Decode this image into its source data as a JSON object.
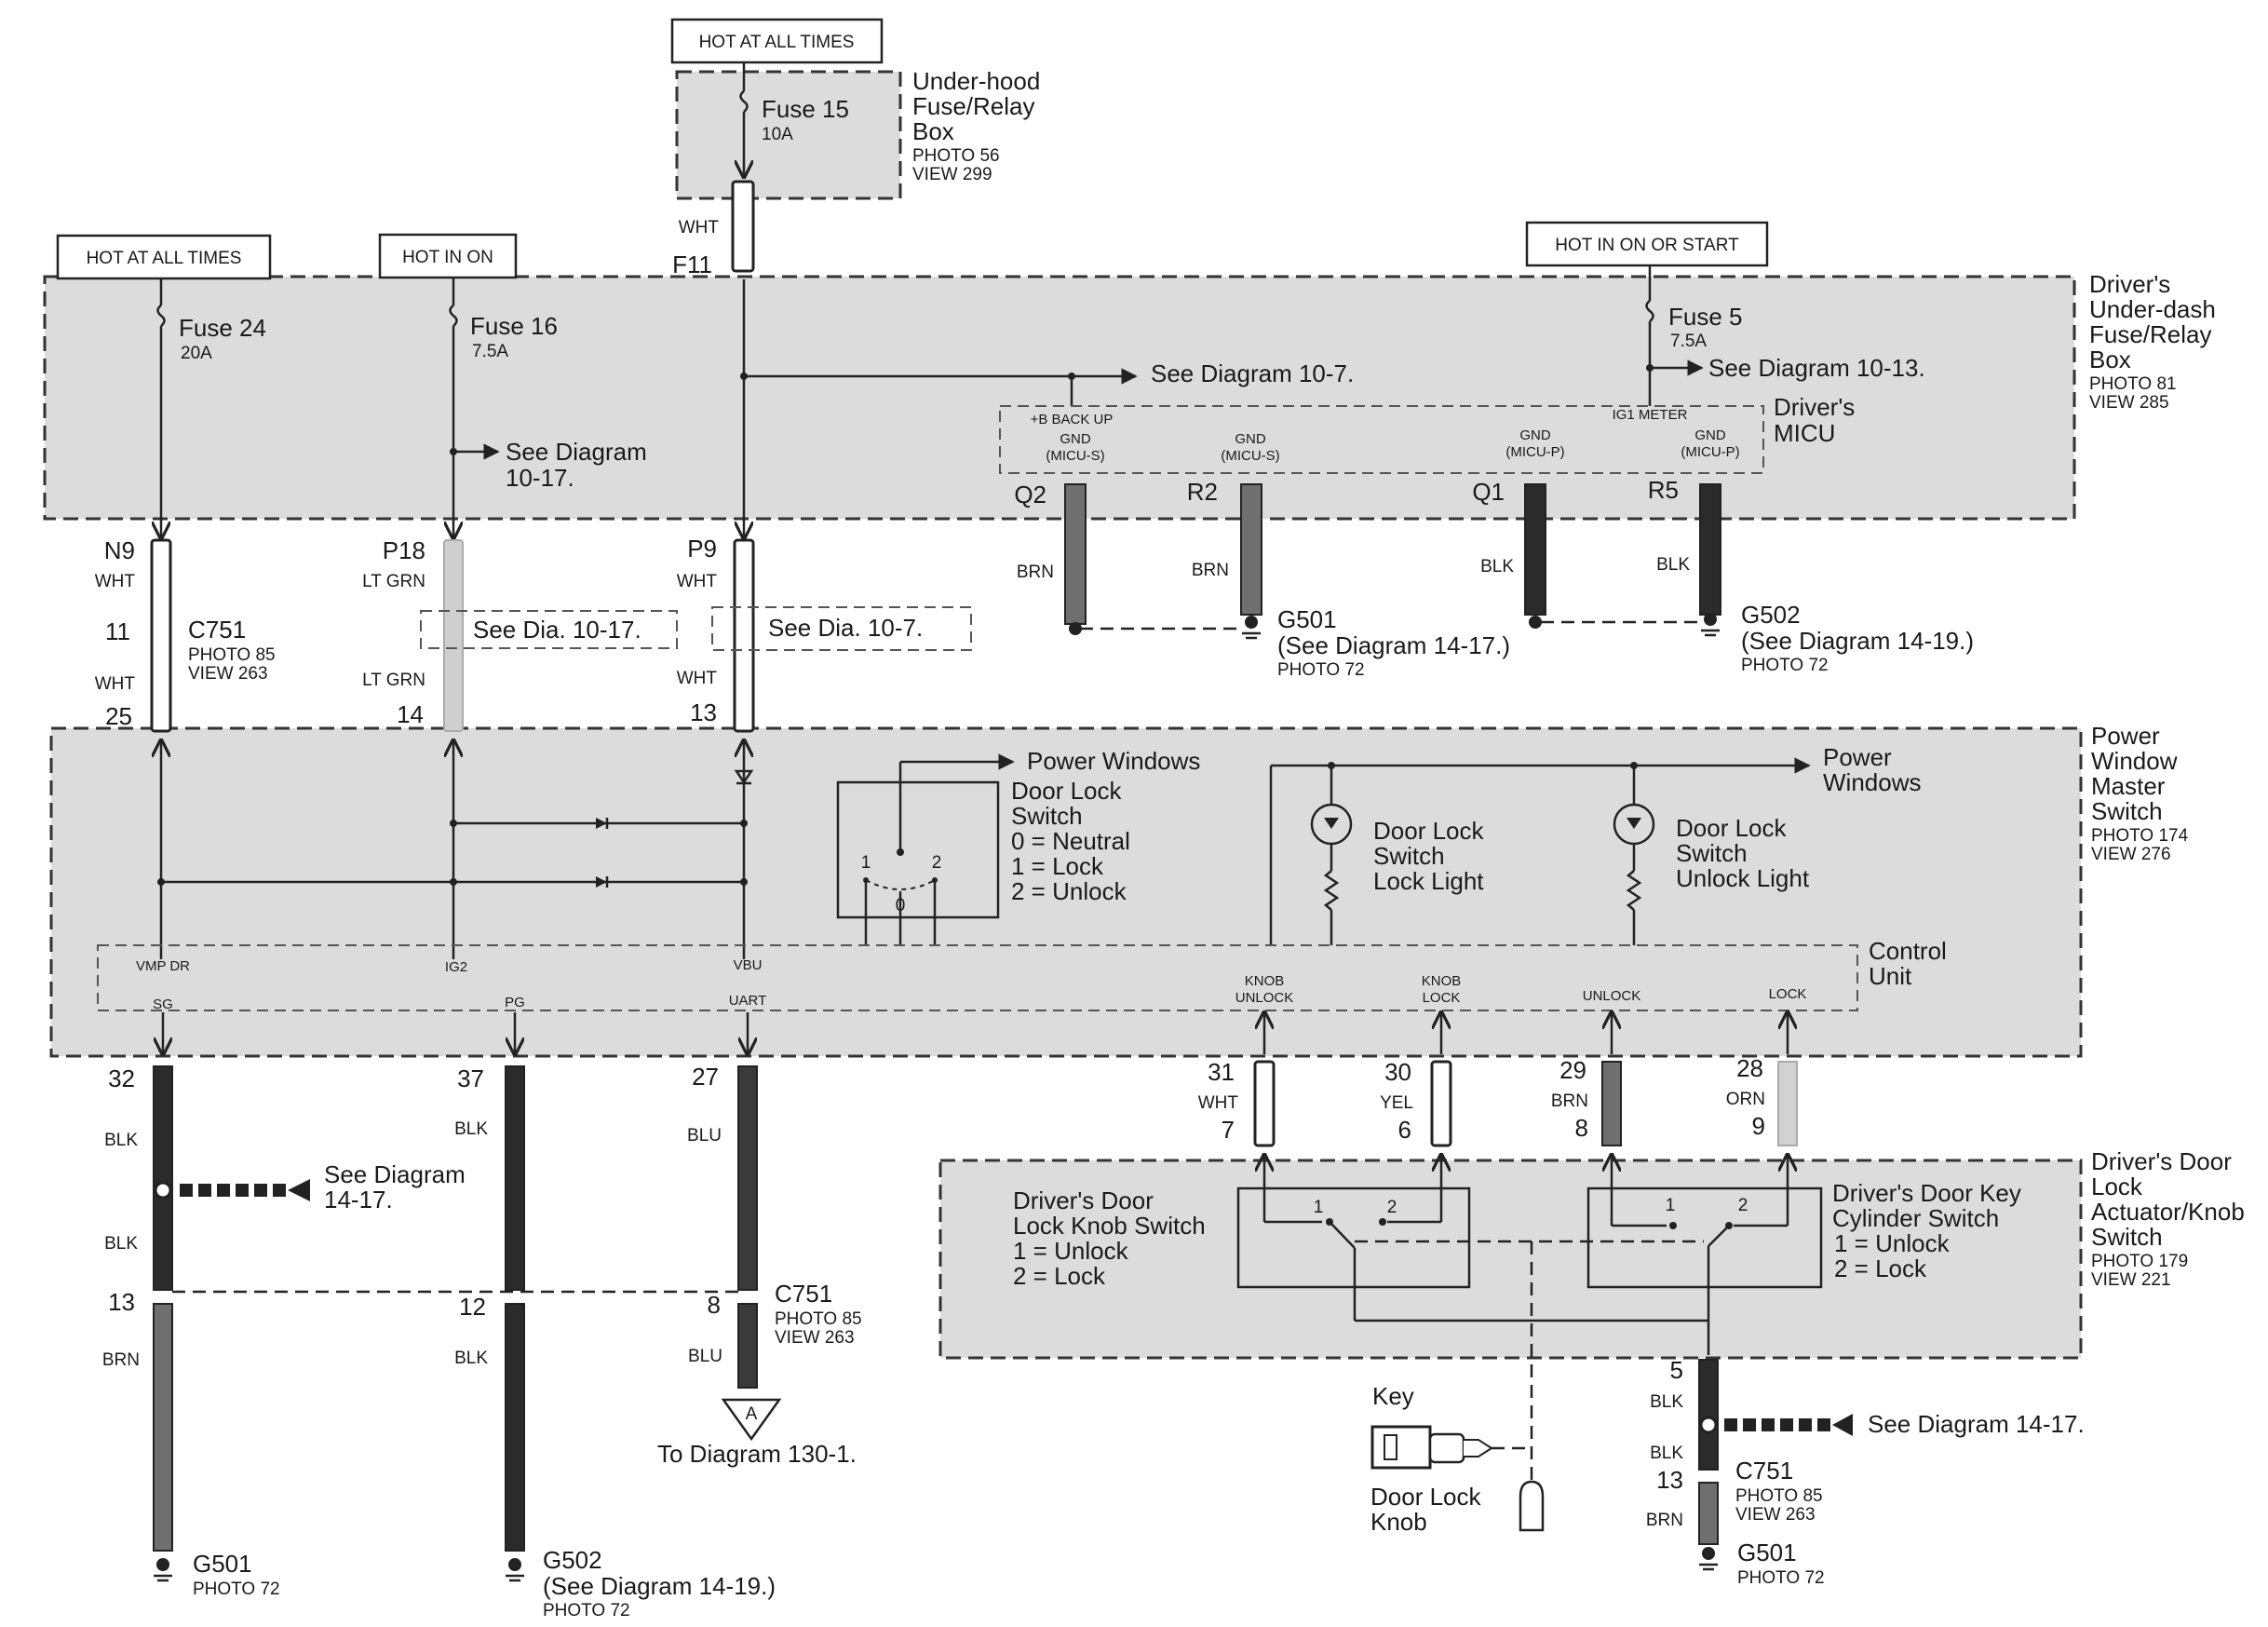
{
  "colors": {
    "background": "#ffffff",
    "component_box_fill": "#dcdcdc",
    "line": "#222222",
    "wire_blk": "#2b2b2b",
    "wire_brn": "#6f6f6f",
    "wire_blu": "#3a3a3a",
    "wire_ltgrn": "#cfcfcf",
    "wire_orn": "#d2d2d2",
    "wire_wht": "#ffffff",
    "wire_yel": "#ffffff"
  },
  "power_labels": {
    "hot_all_times_top": "HOT AT ALL TIMES",
    "hot_all_times_left": "HOT AT ALL TIMES",
    "hot_in_on": "HOT IN ON",
    "hot_in_on_or_start": "HOT IN ON OR START"
  },
  "underhood_box": {
    "fuse_name": "Fuse 15",
    "fuse_rating": "10A",
    "title_lines": [
      "Under-hood",
      "Fuse/Relay",
      "Box"
    ],
    "photo": "PHOTO 56",
    "view": "VIEW 299",
    "wire_color": "WHT",
    "terminal": "F11"
  },
  "dash_box": {
    "title_lines": [
      "Driver's",
      "Under-dash",
      "Fuse/Relay",
      "Box"
    ],
    "photo": "PHOTO 81",
    "view": "VIEW 285",
    "fuse24": {
      "name": "Fuse 24",
      "rating": "20A"
    },
    "fuse16": {
      "name": "Fuse 16",
      "rating": "7.5A",
      "see_lines": [
        "See Diagram",
        "10-17."
      ]
    },
    "fuse5": {
      "name": "Fuse 5",
      "rating": "7.5A",
      "see": "See Diagram 10-13."
    },
    "f11_see": "See Diagram 10-7.",
    "micu": {
      "title_lines": [
        "Driver's",
        "MICU"
      ],
      "b_backup": "+B BACK UP",
      "ig1_meter": "IG1 METER",
      "pins": [
        {
          "label_lines": [
            "GND",
            "(MICU-S)"
          ],
          "terminal": "Q2",
          "wire": "BRN"
        },
        {
          "label_lines": [
            "GND",
            "(MICU-S)"
          ],
          "terminal": "R2",
          "wire": "BRN"
        },
        {
          "label_lines": [
            "GND",
            "(MICU-P)"
          ],
          "terminal": "Q1",
          "wire": "BLK"
        },
        {
          "label_lines": [
            "GND",
            "(MICU-P)"
          ],
          "terminal": "R5",
          "wire": "BLK"
        }
      ]
    }
  },
  "grounds_top": {
    "g501": {
      "name": "G501",
      "see": "(See Diagram 14-17.)",
      "photo": "PHOTO 72"
    },
    "g502": {
      "name": "G502",
      "see": "(See Diagram 14-19.)",
      "photo": "PHOTO 72"
    }
  },
  "upper_connectors": {
    "n9": {
      "terminal": "N9",
      "wire": "WHT"
    },
    "p18": {
      "terminal": "P18",
      "wire": "LT GRN"
    },
    "p9": {
      "terminal": "P9",
      "wire": "WHT"
    },
    "c751": {
      "name": "C751",
      "photo": "PHOTO 85",
      "view": "VIEW 263"
    },
    "pin11": "11",
    "wire11": "WHT",
    "pin25": "25",
    "see_1017": "See Dia. 10-17.",
    "wire_p18_low": "LT GRN",
    "pin14": "14",
    "see_107": "See Dia. 10-7.",
    "wire_p9_low": "WHT",
    "pin13": "13"
  },
  "master_switch": {
    "title_lines": [
      "Power",
      "Window",
      "Master",
      "Switch"
    ],
    "photo": "PHOTO 174",
    "view": "VIEW 276",
    "power_windows_a": "Power Windows",
    "power_windows_b_lines": [
      "Power",
      "Windows"
    ],
    "door_lock_switch": [
      "Door Lock",
      "Switch",
      "0 = Neutral",
      "1 = Lock",
      "2 = Unlock"
    ],
    "switch_pos": [
      "1",
      "2",
      "0"
    ],
    "lock_light": [
      "Door Lock",
      "Switch",
      "Lock Light"
    ],
    "unlock_light": [
      "Door Lock",
      "Switch",
      "Unlock Light"
    ],
    "control_unit_lines": [
      "Control",
      "Unit"
    ],
    "cu_vmp": "VMP DR",
    "cu_sg": "SG",
    "cu_ig2": "IG2",
    "cu_pg": "PG",
    "cu_vbu": "VBU",
    "cu_uart": "UART",
    "cu_knob_unlock": [
      "KNOB",
      "UNLOCK"
    ],
    "cu_knob_lock": [
      "KNOB",
      "LOCK"
    ],
    "cu_unlock": "UNLOCK",
    "cu_lock": "LOCK"
  },
  "lower_left": {
    "w32": {
      "pin": "32",
      "wire": "BLK"
    },
    "see_1417_lines": [
      "See Diagram",
      "14-17."
    ],
    "w32b": "BLK",
    "pin13": "13",
    "wire13": "BRN",
    "w37": {
      "pin": "37",
      "wire": "BLK"
    },
    "pin12": "12",
    "wire12": "BLK",
    "w27": {
      "pin": "27",
      "wire": "BLU"
    },
    "pin8": "8",
    "wire8": "BLU",
    "c751": {
      "name": "C751",
      "photo": "PHOTO 85",
      "view": "VIEW 263"
    },
    "offpage": "A",
    "to_diagram": "To Diagram 130-1.",
    "g501": {
      "name": "G501",
      "photo": "PHOTO 72"
    },
    "g502": {
      "name": "G502",
      "see": "(See Diagram 14-19.)",
      "photo": "PHOTO 72"
    }
  },
  "lower_right_wires": [
    {
      "top": "31",
      "color": "WHT",
      "bottom": "7"
    },
    {
      "top": "30",
      "color": "YEL",
      "bottom": "6"
    },
    {
      "top": "29",
      "color": "BRN",
      "bottom": "8"
    },
    {
      "top": "28",
      "color": "ORN",
      "bottom": "9"
    }
  ],
  "actuator": {
    "title_lines": [
      "Driver's Door",
      "Lock",
      "Actuator/Knob",
      "Switch"
    ],
    "photo": "PHOTO 179",
    "view": "VIEW 221",
    "knob_switch": [
      "Driver's Door",
      "Lock Knob Switch",
      "1 = Unlock",
      "2 = Lock"
    ],
    "key_switch": [
      "Driver's Door Key",
      "Cylinder Switch",
      "1 = Unlock",
      "2 = Lock"
    ],
    "pos1": "1",
    "pos2": "2",
    "key": "Key",
    "door_lock_knob": [
      "Door Lock",
      "Knob"
    ]
  },
  "lower_right_ground": {
    "pin5": "5",
    "wire5": "BLK",
    "see": "See Diagram 14-17.",
    "wire5b": "BLK",
    "pin13": "13",
    "wire13": "BRN",
    "c751": {
      "name": "C751",
      "photo": "PHOTO 85",
      "view": "VIEW 263"
    },
    "g501": {
      "name": "G501",
      "photo": "PHOTO 72"
    }
  }
}
